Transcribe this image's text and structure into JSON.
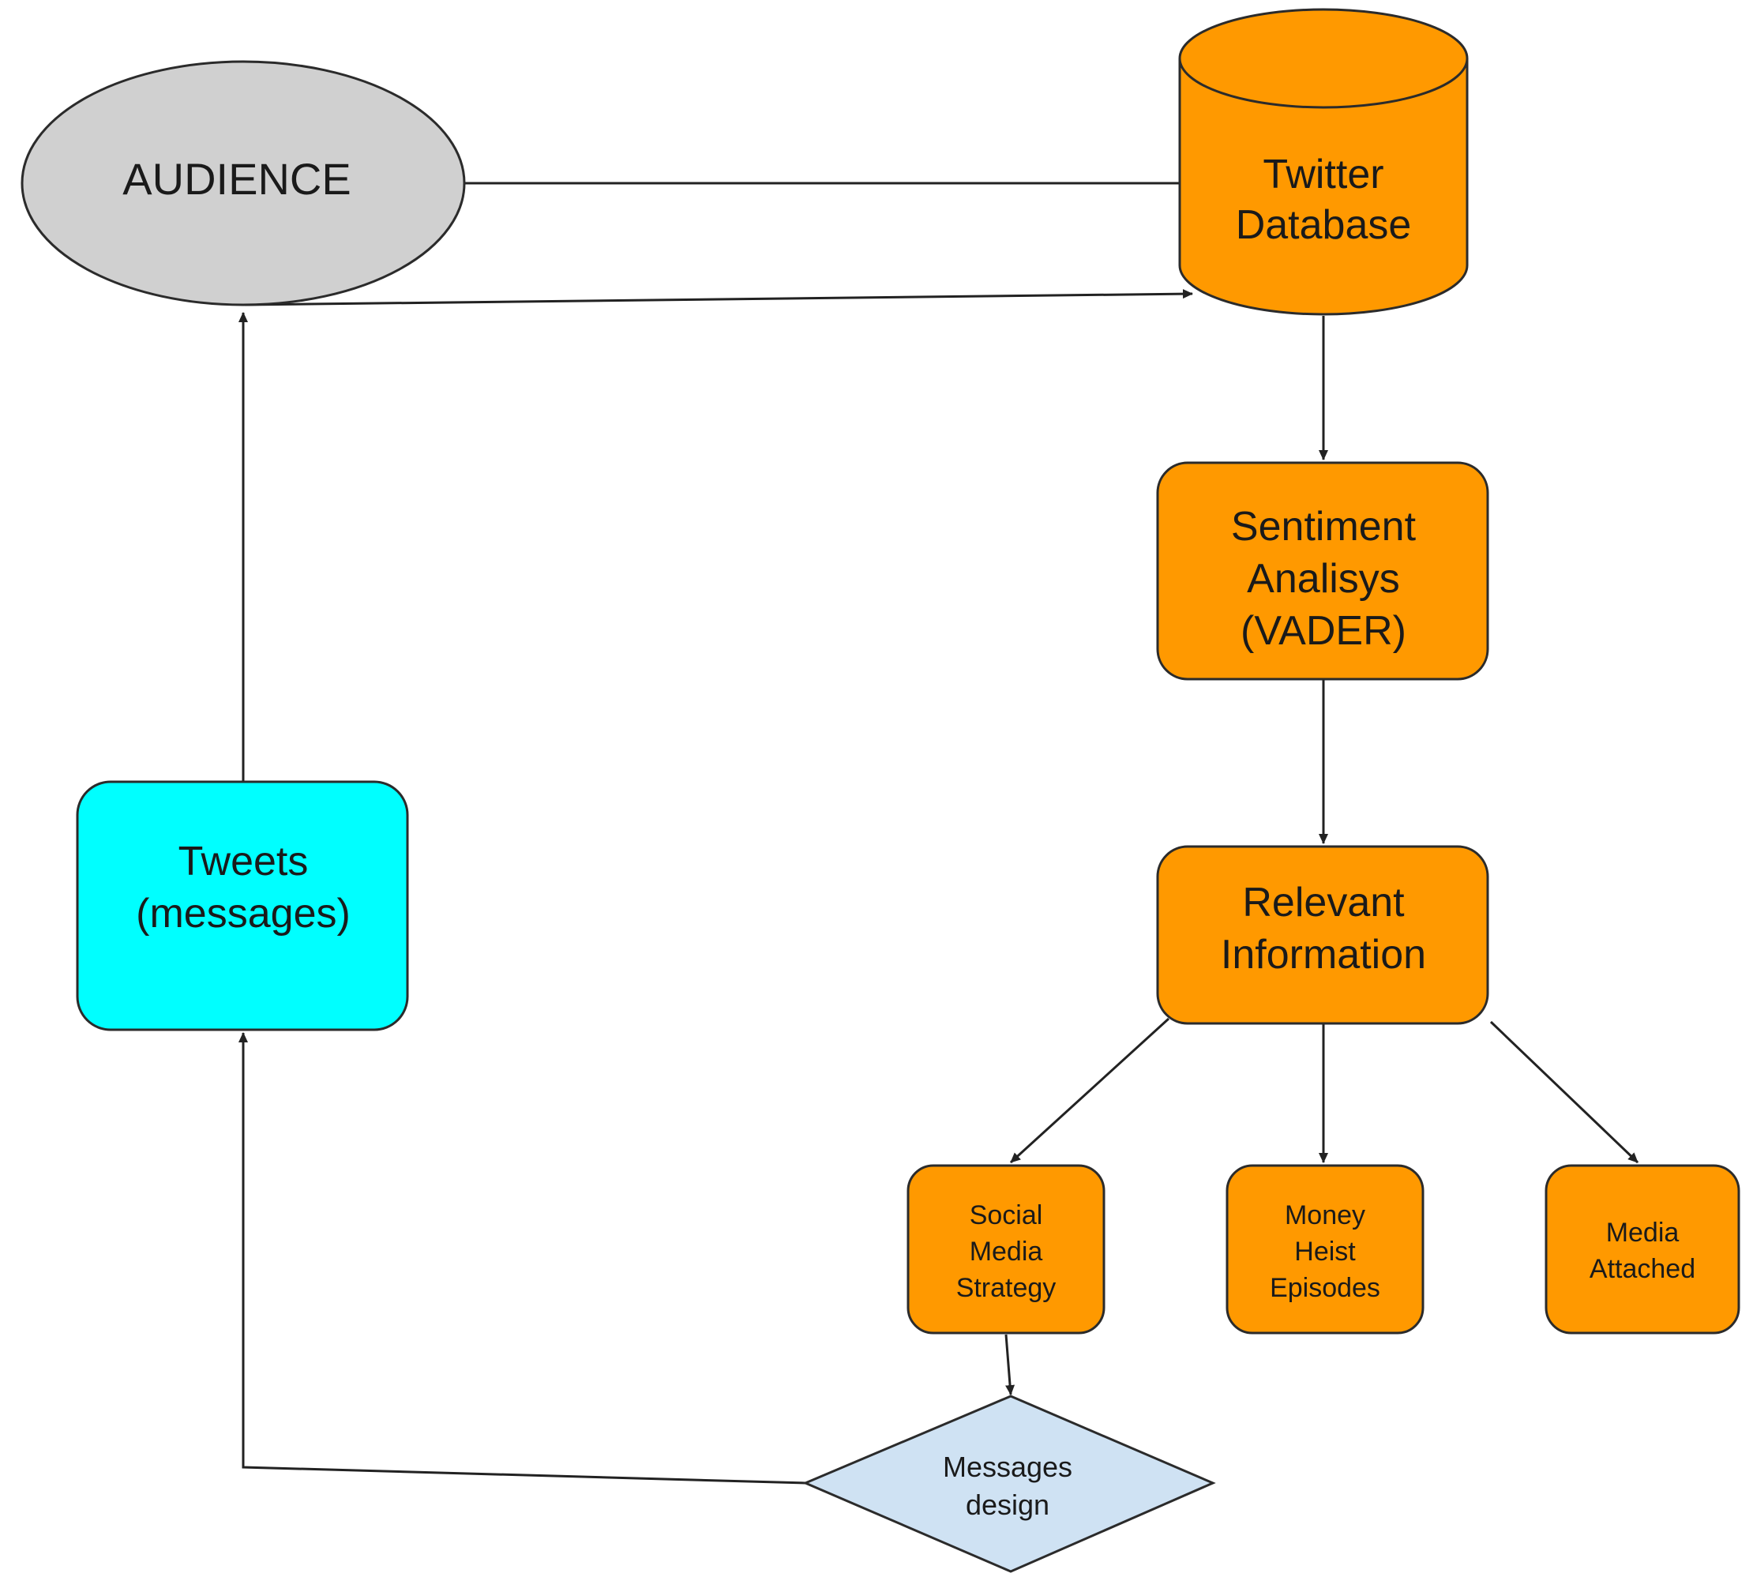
{
  "colors": {
    "orange": "#FF9900",
    "gray": "#D0D0D0",
    "cyan": "#00FFFF",
    "light_blue": "#CFE2F3",
    "stroke": "#2B2B2B",
    "edge": "#222222"
  },
  "nodes": {
    "audience": {
      "line1": "AUDIENCE",
      "shape": "ellipse"
    },
    "twitter_db": {
      "line1": "Twitter",
      "line2": "Database",
      "shape": "cylinder"
    },
    "sentiment": {
      "line1": "Sentiment",
      "line2": "Analisys",
      "line3": "(VADER)",
      "shape": "rounded-rectangle"
    },
    "relevant": {
      "line1": "Relevant",
      "line2": "Information",
      "shape": "rounded-rectangle"
    },
    "social": {
      "line1": "Social",
      "line2": "Media",
      "line3": "Strategy",
      "shape": "rounded-rectangle"
    },
    "money": {
      "line1": "Money",
      "line2": "Heist",
      "line3": "Episodes",
      "shape": "rounded-rectangle"
    },
    "media": {
      "line1": "Media",
      "line2": "Attached",
      "shape": "rounded-rectangle"
    },
    "messages": {
      "line1": "Messages",
      "line2": "design",
      "shape": "diamond"
    },
    "tweets": {
      "line1": "Tweets",
      "line2": "(messages)",
      "shape": "rounded-rectangle"
    }
  },
  "edges": [
    {
      "from": "audience",
      "to": "twitter_db"
    },
    {
      "from": "audience",
      "to": "twitter_db"
    },
    {
      "from": "twitter_db",
      "to": "sentiment"
    },
    {
      "from": "sentiment",
      "to": "relevant"
    },
    {
      "from": "relevant",
      "to": "social"
    },
    {
      "from": "relevant",
      "to": "money"
    },
    {
      "from": "relevant",
      "to": "media"
    },
    {
      "from": "social",
      "to": "messages"
    },
    {
      "from": "messages",
      "to": "tweets"
    },
    {
      "from": "tweets",
      "to": "audience"
    }
  ]
}
